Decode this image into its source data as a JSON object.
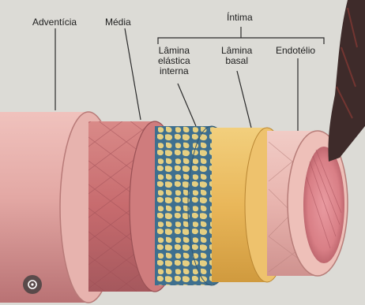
{
  "labels": {
    "adventicia": "Adventícia",
    "media": "Média",
    "intima": "Íntima",
    "lamina_elastica_interna": [
      "Lâmina",
      "elástica",
      "interna"
    ],
    "lamina_basal": [
      "Lâmina",
      "basal"
    ],
    "endotelio": "Endotélio"
  },
  "icons": {
    "lens": "image-search-icon"
  },
  "colors": {
    "background": "#dcdbd6",
    "adventicia": "#e3a8a4",
    "media": "#c76b6e",
    "elastic_lamina_fill": "#e5cf82",
    "elastic_lamina_mesh": "#3e6f8f",
    "basal_lamina": "#e9b75a",
    "endothelium": "#e8b4ae",
    "lumen": "#d97f86",
    "leader_lines": "#2b2b2b"
  }
}
